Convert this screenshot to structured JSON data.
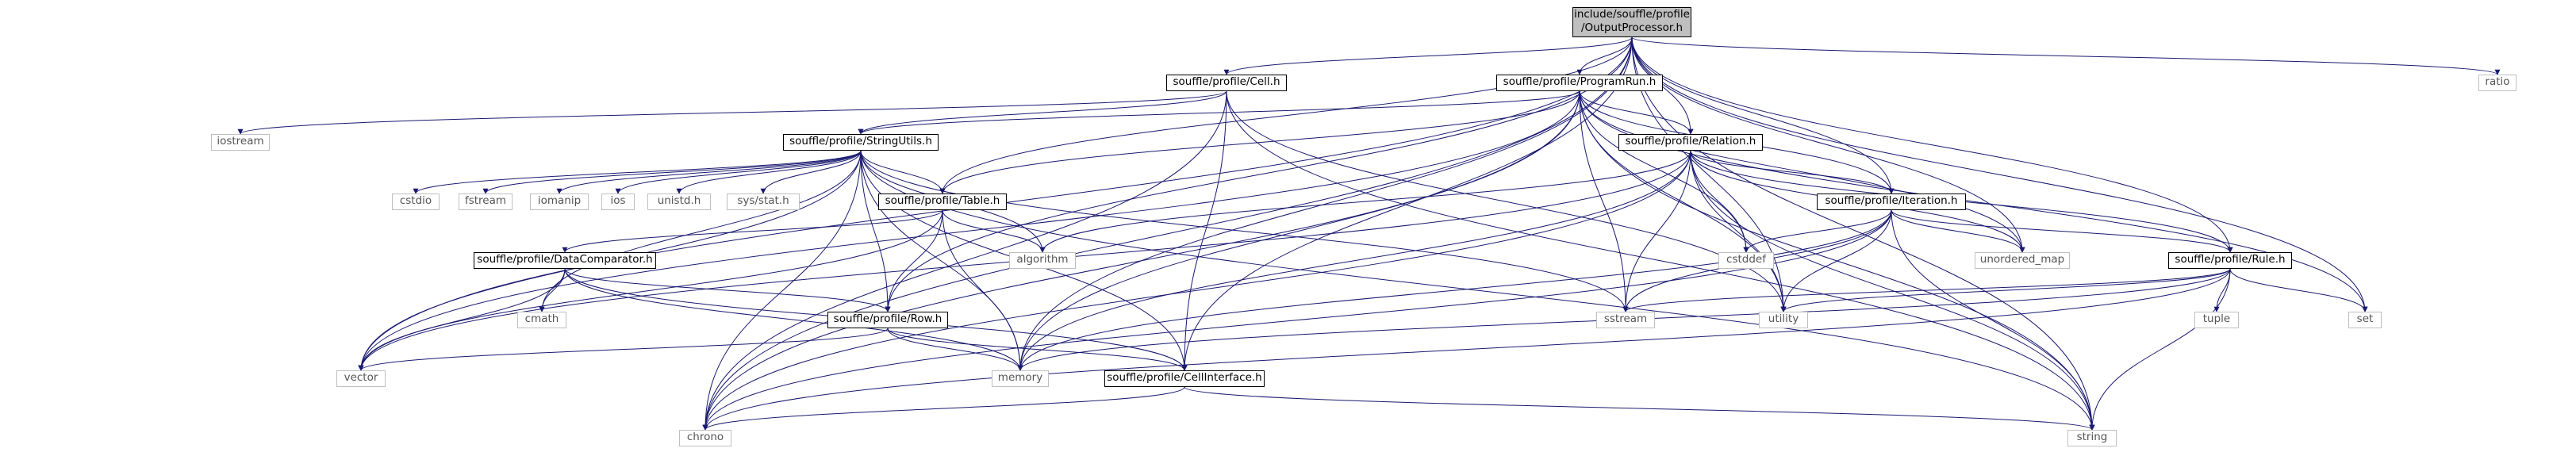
{
  "colors": {
    "edge": "#191970",
    "root_fill": "#bfbfbf",
    "node_border": "#000000",
    "external_border": "#bfbfbf"
  },
  "root": {
    "line1": "include/souffle/profile",
    "line2": "/OutputProcessor.h"
  },
  "project_headers": {
    "cell": "souffle/profile/Cell.h",
    "programrun": "souffle/profile/ProgramRun.h",
    "stringutils": "souffle/profile/StringUtils.h",
    "relation": "souffle/profile/Relation.h",
    "table": "souffle/profile/Table.h",
    "iteration": "souffle/profile/Iteration.h",
    "datacomparator": "souffle/profile/DataComparator.h",
    "rule": "souffle/profile/Rule.h",
    "row": "souffle/profile/Row.h",
    "cellinterface": "souffle/profile/CellInterface.h"
  },
  "system_headers": {
    "ratio": "ratio",
    "iostream": "iostream",
    "cstdio": "cstdio",
    "fstream": "fstream",
    "iomanip": "iomanip",
    "ios": "ios",
    "unistd": "unistd.h",
    "sysstat": "sys/stat.h",
    "algorithm": "algorithm",
    "cstddef": "cstddef",
    "unordered_map": "unordered_map",
    "cmath": "cmath",
    "sstream": "sstream",
    "utility": "utility",
    "tuple": "tuple",
    "set": "set",
    "vector": "vector",
    "memory": "memory",
    "chrono": "chrono",
    "string": "string"
  }
}
